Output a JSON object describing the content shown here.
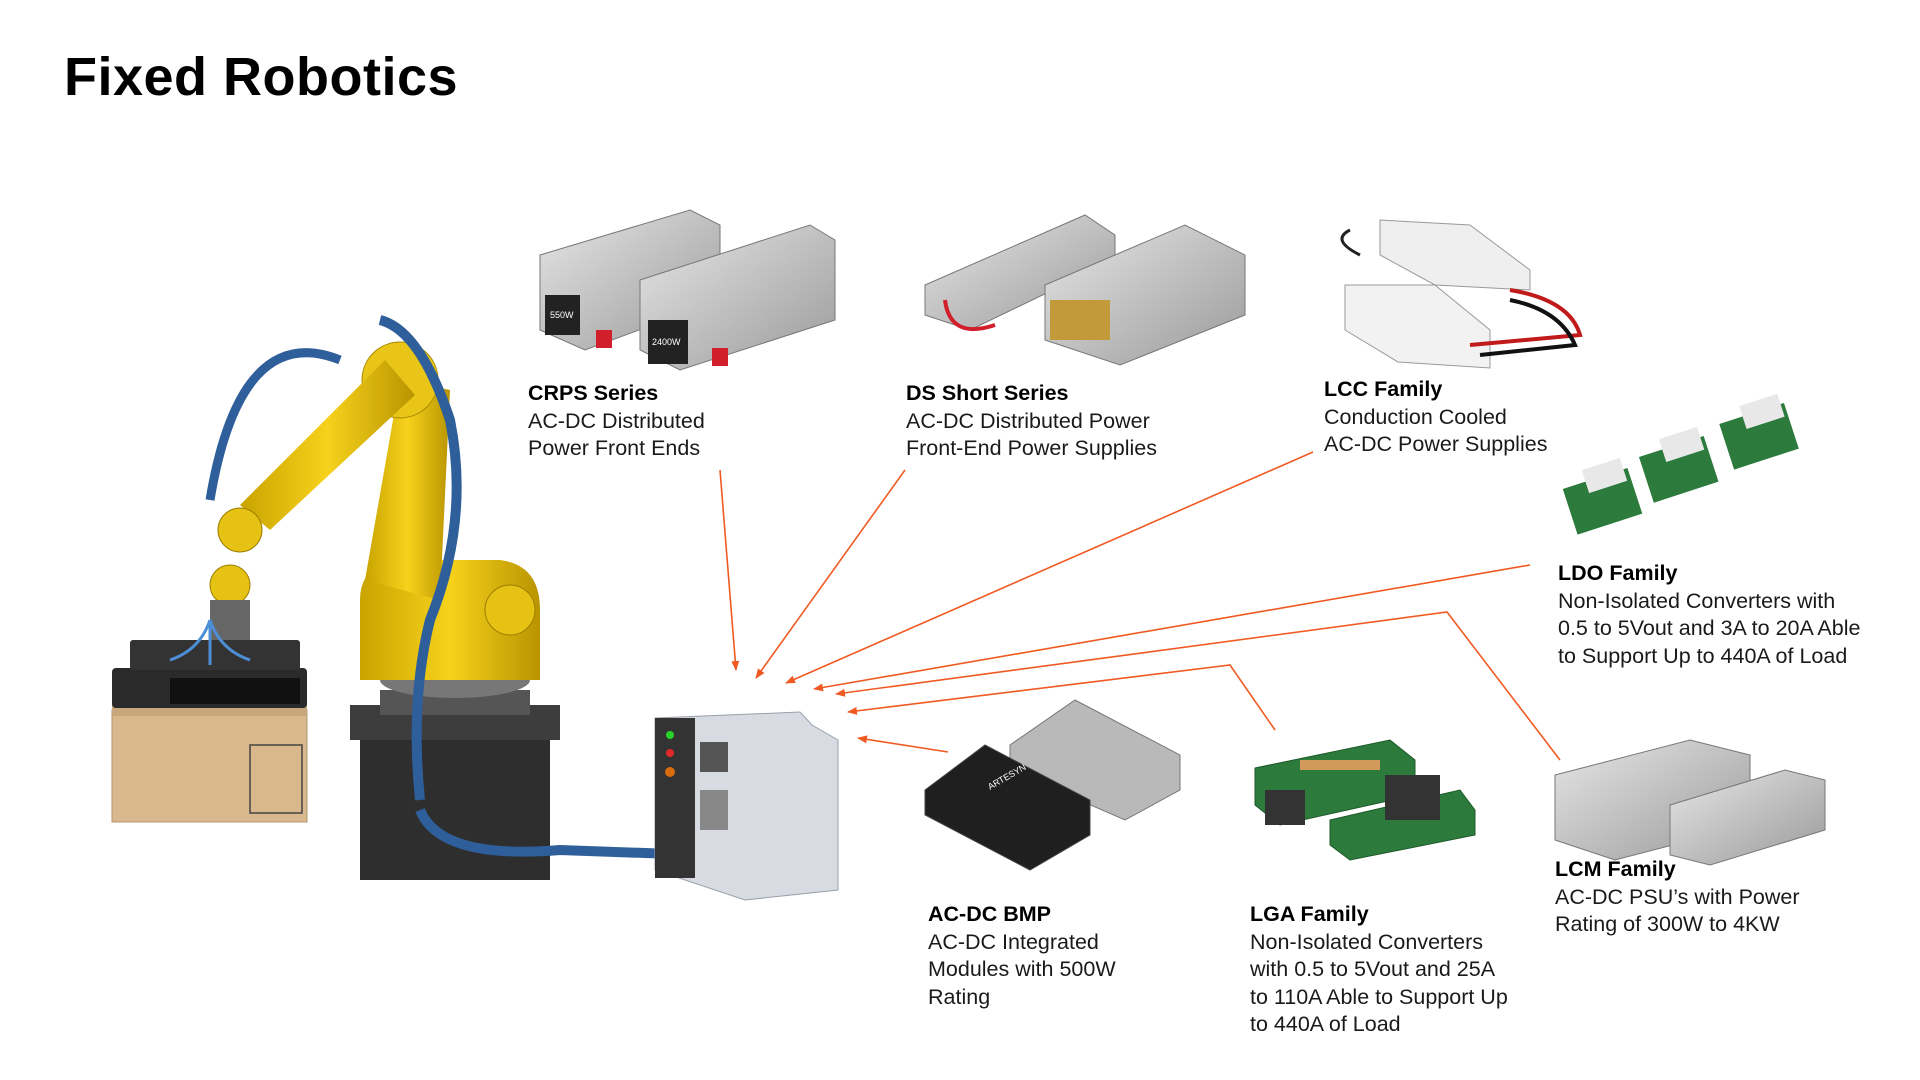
{
  "title": "Fixed Robotics",
  "accent_color": "#f05a22",
  "products": [
    {
      "id": "crps",
      "name": "CRPS Series",
      "desc": "AC-DC Distributed\nPower Front Ends",
      "image_labels": [
        "550W",
        "2400W"
      ]
    },
    {
      "id": "ds-short",
      "name": "DS Short Series",
      "desc": "AC-DC Distributed Power\nFront-End Power Supplies"
    },
    {
      "id": "lcc",
      "name": "LCC Family",
      "desc": "Conduction Cooled\nAC-DC Power Supplies"
    },
    {
      "id": "ldo",
      "name": "LDO Family",
      "desc": "Non-Isolated Converters with\n0.5 to 5Vout and 3A to 20A Able\nto Support Up to 440A of Load"
    },
    {
      "id": "lcm",
      "name": "LCM Family",
      "desc": "AC-DC PSU’s with Power\nRating of 300W to 4KW"
    },
    {
      "id": "lga",
      "name": "LGA Family",
      "desc": "Non-Isolated Converters\nwith 0.5 to 5Vout and 25A\nto 110A Able to Support Up\nto 440A of Load"
    },
    {
      "id": "acdc-bmp",
      "name": "AC-DC BMP",
      "desc": "AC-DC Integrated\nModules with 500W\nRating",
      "image_labels": [
        "ARTESYN"
      ]
    }
  ]
}
